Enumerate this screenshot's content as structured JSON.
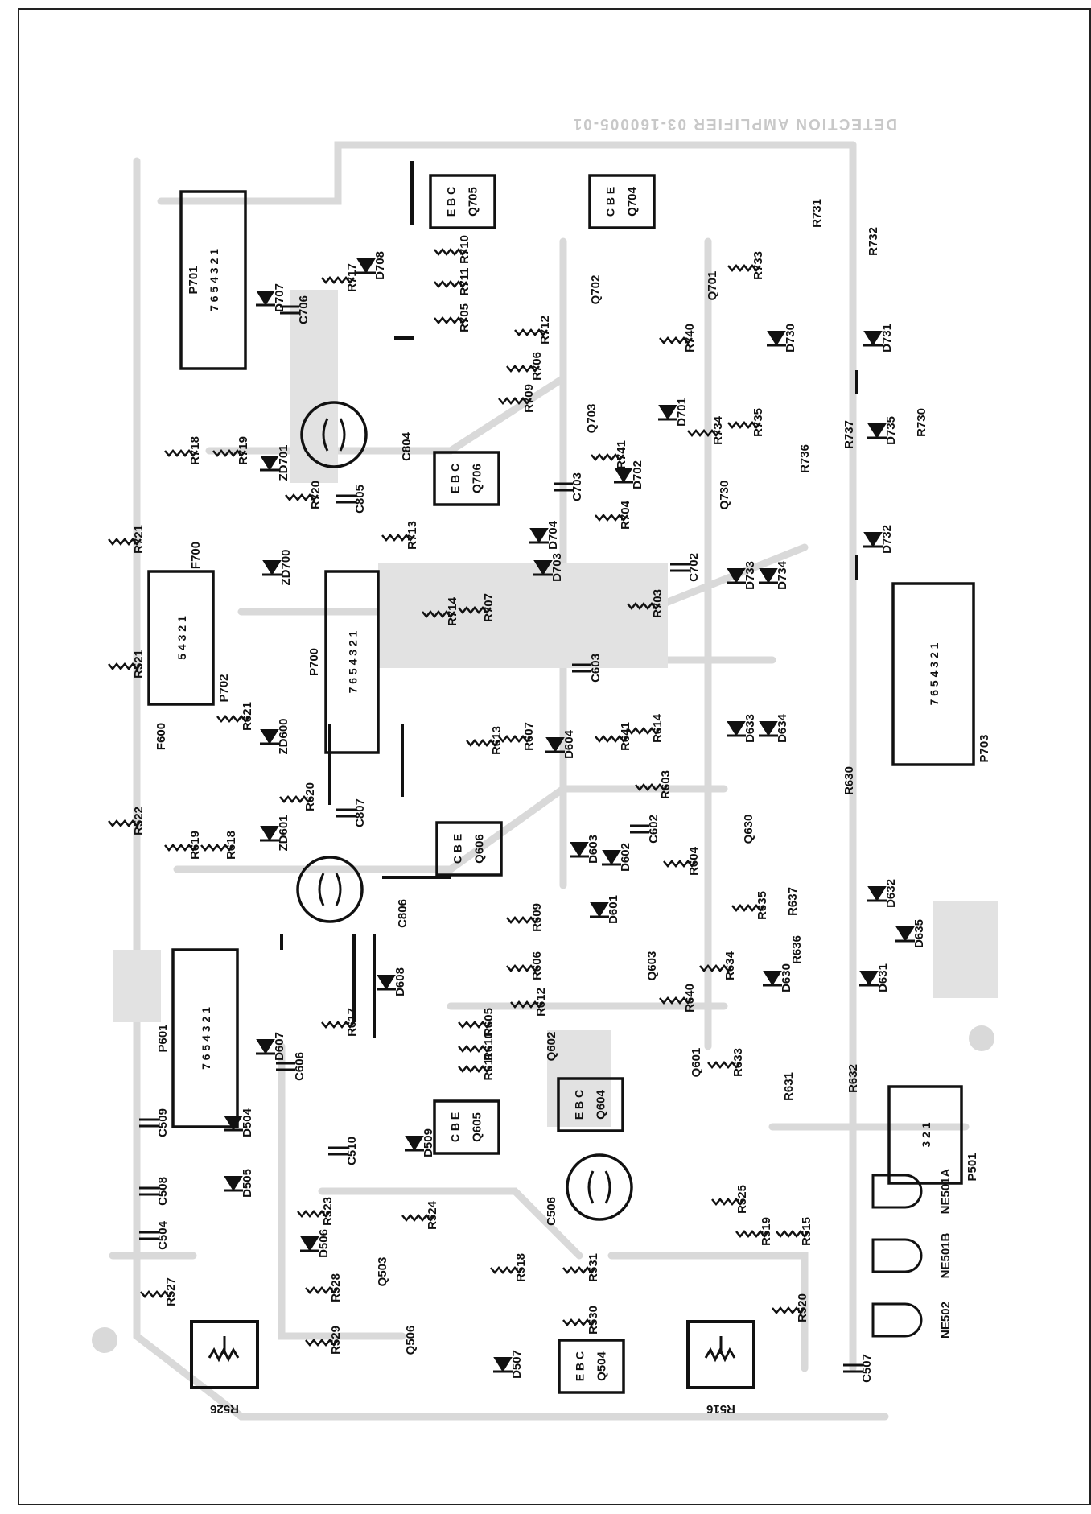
{
  "board_title": "DETECTION AMPLIFIER 03-160005-01",
  "connectors": [
    {
      "id": "P701",
      "label": "P701",
      "pins": "7 6 5 4 3 2 1"
    },
    {
      "id": "P702",
      "label": "P702",
      "pins": "5 4 3 2 1"
    },
    {
      "id": "P700",
      "label": "P700",
      "pins": "7 6 5 4 3 2 1"
    },
    {
      "id": "P601",
      "label": "P601",
      "pins": "7 6 5 4 3 2 1"
    },
    {
      "id": "P703",
      "label": "P703",
      "pins": "7 6 5 4 3 2 1"
    },
    {
      "id": "P501",
      "label": "P501",
      "pins": "3 2 1"
    }
  ],
  "transistors": [
    {
      "id": "Q705",
      "label": "Q705",
      "pins": "E B C"
    },
    {
      "id": "Q704",
      "label": "Q704",
      "pins": "C B E"
    },
    {
      "id": "Q706",
      "label": "Q706",
      "pins": "E B C"
    },
    {
      "id": "Q606",
      "label": "Q606",
      "pins": "C B E"
    },
    {
      "id": "Q605",
      "label": "Q605",
      "pins": "C B E"
    },
    {
      "id": "Q604",
      "label": "Q604",
      "pins": "E B C"
    },
    {
      "id": "Q504",
      "label": "Q504",
      "pins": "E B C"
    }
  ],
  "trimmers": [
    {
      "id": "R526",
      "label": "R526"
    },
    {
      "id": "R516",
      "label": "R516"
    }
  ],
  "neon_lamps": [
    {
      "label": "NE501A"
    },
    {
      "label": "NE501B"
    },
    {
      "label": "NE502"
    }
  ],
  "labels": [
    "R710",
    "R711",
    "R705",
    "R712",
    "R706",
    "R709",
    "R717",
    "D708",
    "D707",
    "C706",
    "Q702",
    "Q701",
    "R733",
    "R731",
    "R732",
    "R740",
    "D730",
    "D731",
    "Q703",
    "R741",
    "D701",
    "D702",
    "R734",
    "R735",
    "R736",
    "R737",
    "D735",
    "R730",
    "C703",
    "R704",
    "Q730",
    "D732",
    "D704",
    "D703",
    "C702",
    "R703",
    "D733",
    "D734",
    "R713",
    "R714",
    "R707",
    "C804",
    "C805",
    "R718",
    "R719",
    "ZD701",
    "R720",
    "ZD700",
    "F700",
    "R721",
    "R521",
    "F600",
    "R621",
    "ZD600",
    "R620",
    "C807",
    "C603",
    "R613",
    "R607",
    "D604",
    "R641",
    "R614",
    "R603",
    "C602",
    "D633",
    "D634",
    "R630",
    "Q630",
    "R522",
    "R619",
    "R618",
    "ZD601",
    "C806",
    "D603",
    "D602",
    "R604",
    "R609",
    "D601",
    "R635",
    "R637",
    "D632",
    "R636",
    "D635",
    "R606",
    "Q603",
    "R634",
    "R612",
    "R640",
    "D630",
    "D631",
    "R605",
    "R610",
    "R611",
    "Q602",
    "D608",
    "R617",
    "D607",
    "C606",
    "C509",
    "D504",
    "D505",
    "C510",
    "D509",
    "Q601",
    "R633",
    "R631",
    "R632",
    "C508",
    "C504",
    "R523",
    "R524",
    "D506",
    "R527",
    "R528",
    "Q503",
    "R518",
    "C506",
    "R531",
    "R525",
    "R519",
    "R515",
    "R530",
    "R520",
    "Q506",
    "R529",
    "D507",
    "C507"
  ],
  "pin_letters": [
    "E",
    "B",
    "C"
  ]
}
